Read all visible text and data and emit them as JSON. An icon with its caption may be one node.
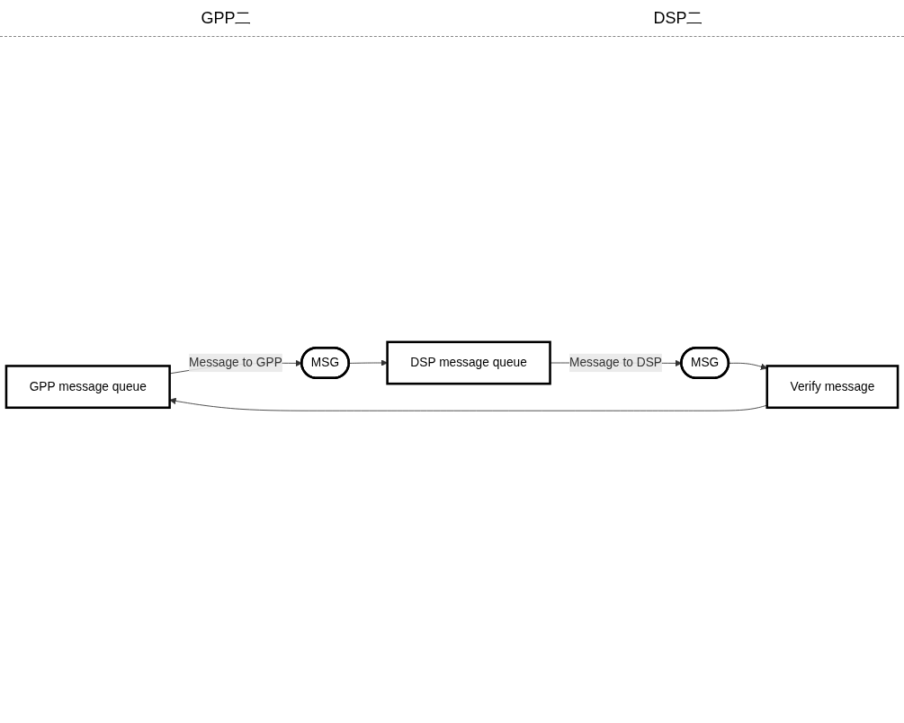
{
  "diagram": {
    "nodes": [
      {
        "text": [
          "GPP message queue"
        ]
      },
      {
        "text": [
          "MSG"
        ]
      },
      {
        "text": [
          "Verify message"
        ]
      },
      {
        "text": [
          "MSG"
        ]
      },
      {
        "text": [
          "DSP message queue"
        ]
      }
    ],
    "edges": [
      {
        "from": 0,
        "to": 1,
        "arrow": "to",
        "label": "Message to GPP"
      },
      {
        "from": 1,
        "to": 4,
        "arrow": "to"
      },
      {
        "from": 4,
        "to": 3,
        "arrow": "to",
        "label": "Message to DSP"
      },
      {
        "from": 3,
        "to": 2,
        "arrow": "to"
      },
      {
        "from": 2,
        "to": 0,
        "arrow": "to"
      }
    ],
    "labels": [
      "GPP二",
      "DSP二"
    ]
  }
}
